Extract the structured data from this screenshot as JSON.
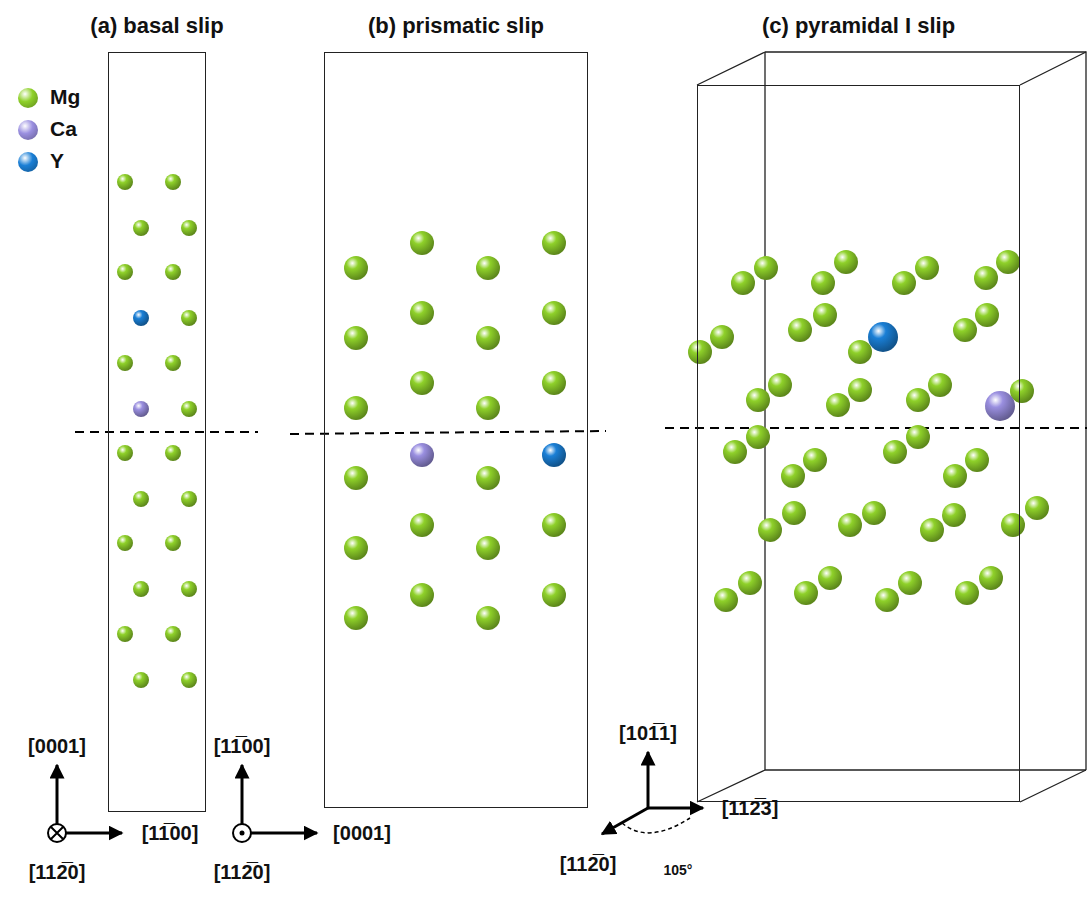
{
  "diagram": {
    "nodes": [
      {
        "text": [
          "(a) basal slip"
        ]
      },
      {
        "text": [
          "(b) prismatic slip"
        ]
      },
      {
        "text": [
          "(c) pyramidal I slip"
        ]
      }
    ],
    "labels": [
      "[0001]",
      "[11̅00]",
      "[112̅0]",
      "[11̅00]",
      "[0001]",
      "[112̅0]",
      "[101̅1]",
      "[112̅3]",
      "[112̅0]",
      "105°"
    ],
    "legend": [
      {
        "text": "Mg",
        "color": "#8fd12a"
      },
      {
        "text": "Ca",
        "color": "#9a8fe0"
      },
      {
        "text": "Y",
        "color": "#1a7fd6"
      }
    ]
  }
}
